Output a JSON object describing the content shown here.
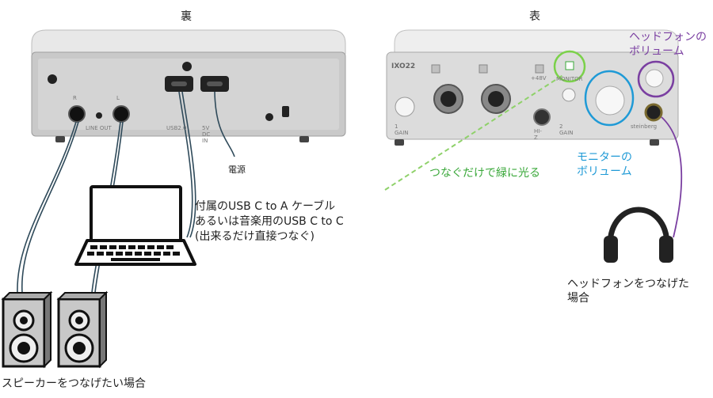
{
  "labels": {
    "back": "裏",
    "front": "表",
    "power": "電源",
    "usb_cable": [
      "付属のUSB C to A  ケーブル",
      "あるいは音楽用のUSB C to C",
      "(出来るだけ直接つなぐ)"
    ],
    "speakers": "スピーカーをつなげたい場合",
    "headphones": [
      "ヘッドフォンをつなげた",
      "場合"
    ],
    "green_light": "つなぐだけで緑に光る",
    "monitor_volume": [
      "モニターの",
      "ボリューム"
    ],
    "headphone_volume": [
      "ヘッドフォンの",
      "ボリューム"
    ]
  },
  "device_text": {
    "rear_usb": "USB2.0",
    "rear_dc": "5V DC IN",
    "rear_line_out": "LINE OUT",
    "rear_r": "R",
    "rear_l": "L",
    "front_logo": "IXO22",
    "front_brand": "steinberg",
    "front_gain1": "1 GAIN",
    "front_gain2": "2 GAIN",
    "front_48v": "+48V",
    "front_monitor": "MONITOR",
    "front_hi": "HI-Z"
  },
  "colors": {
    "green": "#3aa83a",
    "blue": "#1f9ad6",
    "purple": "#7a3fa1",
    "cable": "#2f4a5a",
    "device": "#d9d9d9"
  }
}
